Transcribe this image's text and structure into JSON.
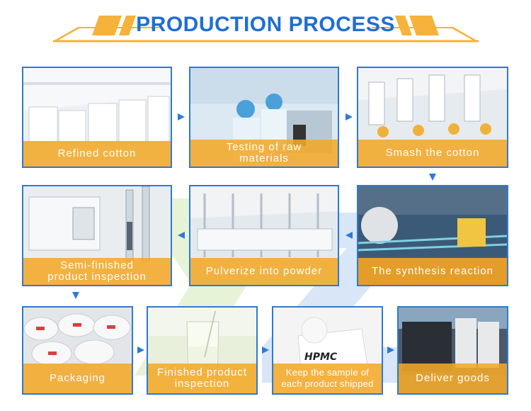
{
  "header": {
    "title": "PRODUCTION PROCESS"
  },
  "steps": [
    {
      "label": "Refined cotton"
    },
    {
      "label": "Testing of raw\nmaterials"
    },
    {
      "label": "Smash the cotton"
    },
    {
      "label": "The synthesis reaction"
    },
    {
      "label": "Pulverize into powder"
    },
    {
      "label": "Semi-finished\nproduct inspection"
    },
    {
      "label": "Packaging"
    },
    {
      "label": "Finished product\ninspection"
    },
    {
      "label": "Keep the sample of\neach product shipped"
    },
    {
      "label": "Deliver goods"
    }
  ],
  "sample_bag_text": "HPMC",
  "colors": {
    "title": "#1f6fd1",
    "border": "#2d7ad6",
    "band": "#f3a828",
    "arrow": "#2d7ad6"
  },
  "icons": [
    "arrow-right-icon",
    "arrow-down-icon",
    "arrow-left-icon"
  ]
}
